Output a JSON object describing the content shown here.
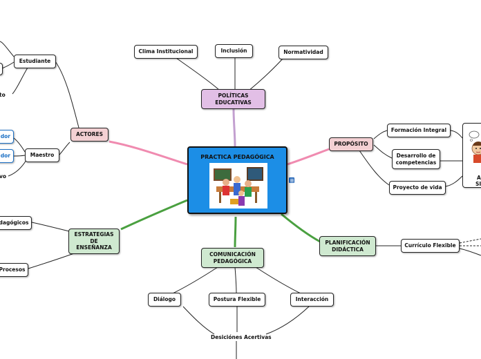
{
  "central": {
    "title": "PRACTICA PEDAGÓGICA",
    "image": "classroom-illustration"
  },
  "main_topics": {
    "politicas": "POLÍTICAS EDUCATIVAS",
    "actores": "ACTORES",
    "proposito": "PROPÓSITO",
    "estrategias": "ESTRATEGIAS DE ENSEÑANZA",
    "planificacion": "PLANIFICACIÓN DIDÁCTICA",
    "comunicacion": "COMUNICACIÓN PEDAGÓGICA"
  },
  "politicas_children": [
    "Clima Institucional",
    "Inclusión",
    "Normatividad"
  ],
  "actores_children": {
    "estudiante": "Estudiante",
    "maestro": "Maestro",
    "estudiante_cut_label": "to",
    "maestro_cut_label": "vo",
    "maestro_blue_1": "dor",
    "maestro_blue_2": "dor"
  },
  "proposito_children": [
    "Formación Integral",
    "Desarrollo de competencias",
    "Proyecto de vida"
  ],
  "proposito_side_box": {
    "text_line1": "A",
    "text_line2": "SI",
    "icon": "thinking-person-icon"
  },
  "estrategias_children": [
    "dagógicos",
    "Procesos"
  ],
  "planificacion_children": [
    "Currículo Flexible"
  ],
  "comunicacion_children": [
    "Diálogo",
    "Postura Flexible",
    "Interacción"
  ],
  "comunicacion_result": "Desiciónes Acertivas",
  "colors": {
    "central": "#1c8ee6",
    "pink_line": "#f08bb0",
    "purple_line": "#c3a0d0",
    "green_line": "#4aa040",
    "pink_node": "#f3d0d3",
    "purple_node": "#e2bfe6",
    "green_node": "#cfe9d0",
    "link_blue": "#1a6fc4"
  }
}
